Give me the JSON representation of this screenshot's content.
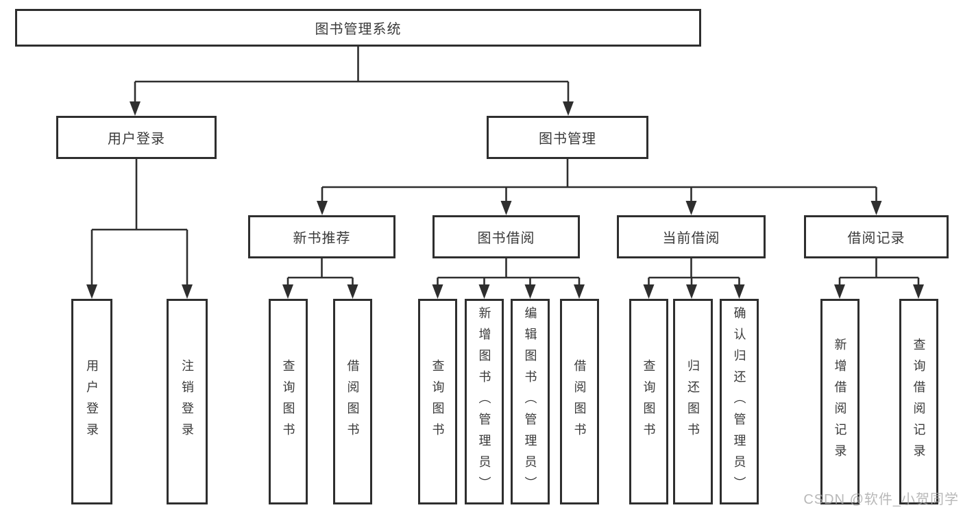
{
  "diagram": {
    "root": {
      "label": "图书管理系统"
    },
    "branches": [
      {
        "label": "用户登录",
        "children": [
          {
            "label": "用户登录"
          },
          {
            "label": "注销登录"
          }
        ]
      },
      {
        "label": "图书管理",
        "children": [
          {
            "label": "新书推荐",
            "children": [
              {
                "label": "查询图书"
              },
              {
                "label": "借阅图书"
              }
            ]
          },
          {
            "label": "图书借阅",
            "children": [
              {
                "label": "查询图书"
              },
              {
                "label": "新增图书（管理员）"
              },
              {
                "label": "编辑图书（管理员）"
              },
              {
                "label": "借阅图书"
              }
            ]
          },
          {
            "label": "当前借阅",
            "children": [
              {
                "label": "查询图书"
              },
              {
                "label": "归还图书"
              },
              {
                "label": "确认归还（管理员）"
              }
            ]
          },
          {
            "label": "借阅记录",
            "children": [
              {
                "label": "新增借阅记录"
              },
              {
                "label": "查询借阅记录"
              }
            ]
          }
        ]
      }
    ]
  },
  "watermark": {
    "text": "CSDN @软件_小贺同学"
  },
  "colors": {
    "line": "#2e2e2e",
    "text": "#3a3a3a",
    "background": "#ffffff",
    "watermark": "#a8a8a8"
  }
}
